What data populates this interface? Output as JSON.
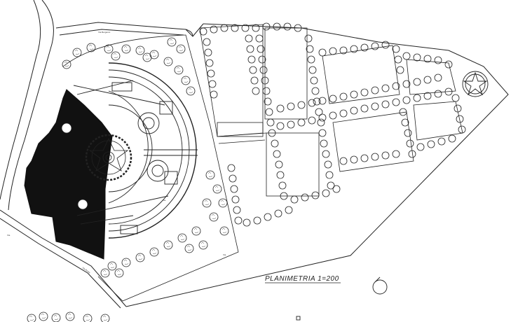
{
  "drawing": {
    "title": "PLANIMETRIA 1=200",
    "street_labels": [
      "Via Bergamo",
      "Via Roma",
      "Via",
      "Via",
      "Via"
    ],
    "ink_color": "#1a1a1a",
    "fill_color": "#111111",
    "paper_color": "#ffffff"
  }
}
